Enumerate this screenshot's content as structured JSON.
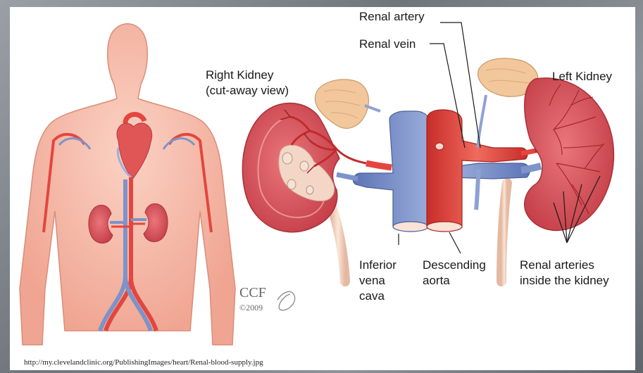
{
  "labels": {
    "renal_artery": "Renal artery",
    "renal_vein": "Renal vein",
    "right_kidney": "Right Kidney\n(cut-away view)",
    "left_kidney": "Left Kidney",
    "inferior_vena_cava": "Inferior\nvena\ncava",
    "descending_aorta": "Descending\naorta",
    "renal_arteries_inside": "Renal arteries\ninside the  kidney"
  },
  "credit": {
    "ccf": "CCF",
    "year": "©2009"
  },
  "source_url": "http://my.clevelandclinic.org/PublishingImages/heart/Renal-blood-supply.jpg",
  "colors": {
    "artery": "#e4463f",
    "vein": "#7d93c9",
    "kidney": "#d9565a",
    "skin": "#f6b8a8",
    "adrenal": "#f2c79b"
  }
}
